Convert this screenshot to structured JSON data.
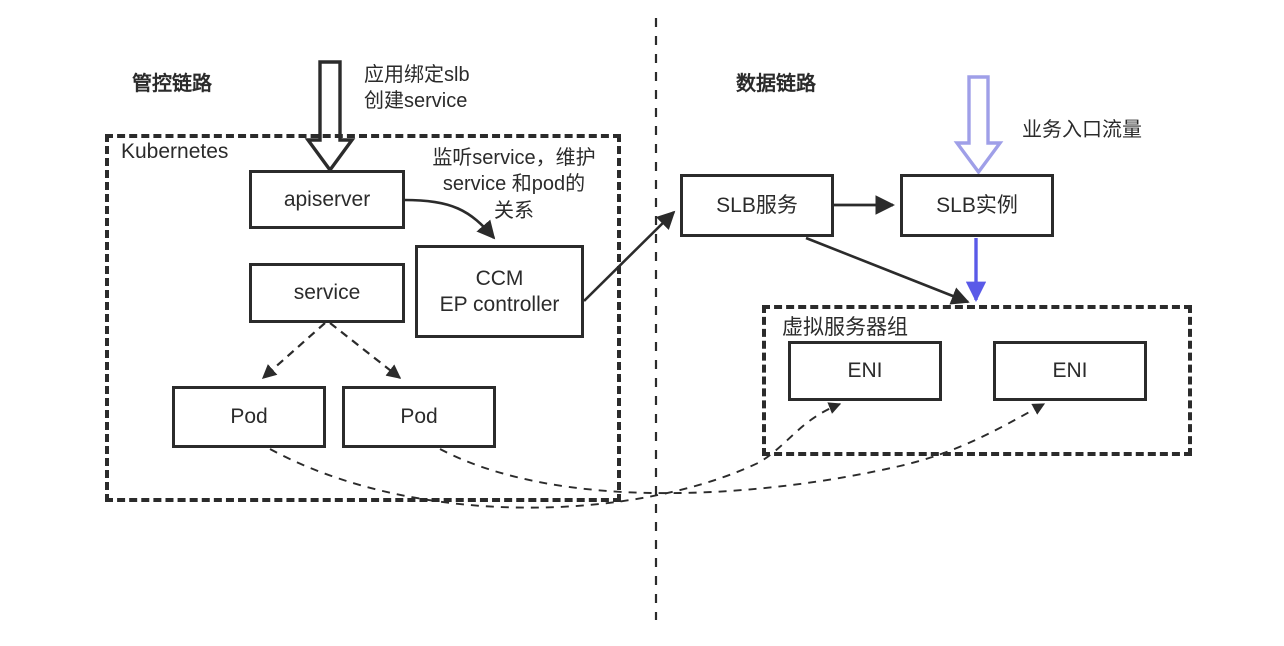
{
  "diagram": {
    "title_control_plane": "管控链路",
    "title_data_plane": "数据链路",
    "divider": "vertical-dashed-divider"
  },
  "groups": [
    {
      "id": "kubernetes",
      "label": "Kubernetes"
    },
    {
      "id": "vserver-group",
      "label": "虚拟服务器组"
    }
  ],
  "nodes": [
    {
      "id": "apiserver",
      "label": "apiserver"
    },
    {
      "id": "service",
      "label": "service"
    },
    {
      "id": "ccm",
      "label": "CCM\nEP controller"
    },
    {
      "id": "pod-left",
      "label": "Pod"
    },
    {
      "id": "pod-right",
      "label": "Pod"
    },
    {
      "id": "slb-service",
      "label": "SLB服务"
    },
    {
      "id": "slb-instance",
      "label": "SLB实例"
    },
    {
      "id": "eni-left",
      "label": "ENI"
    },
    {
      "id": "eni-right",
      "label": "ENI"
    }
  ],
  "annotations": [
    {
      "id": "bind-slb",
      "text": "应用绑定slb\n创建service"
    },
    {
      "id": "watch-service",
      "text": "监听service，维护\nservice 和pod的\n关系"
    },
    {
      "id": "ingress-traffic",
      "text": "业务入口流量"
    }
  ],
  "arrows": {
    "block_arrow_down_black": "应用绑定slb 创建service 入口箭头",
    "block_arrow_down_blue": "业务入口流量箭头",
    "solid_blue_arrow": "SLB实例到虚拟服务器组流量"
  },
  "colors": {
    "stroke": "#2b2b2b",
    "blue_outline": "#9f9fe8",
    "blue_solid": "#5a5ae8",
    "background": "#ffffff"
  }
}
